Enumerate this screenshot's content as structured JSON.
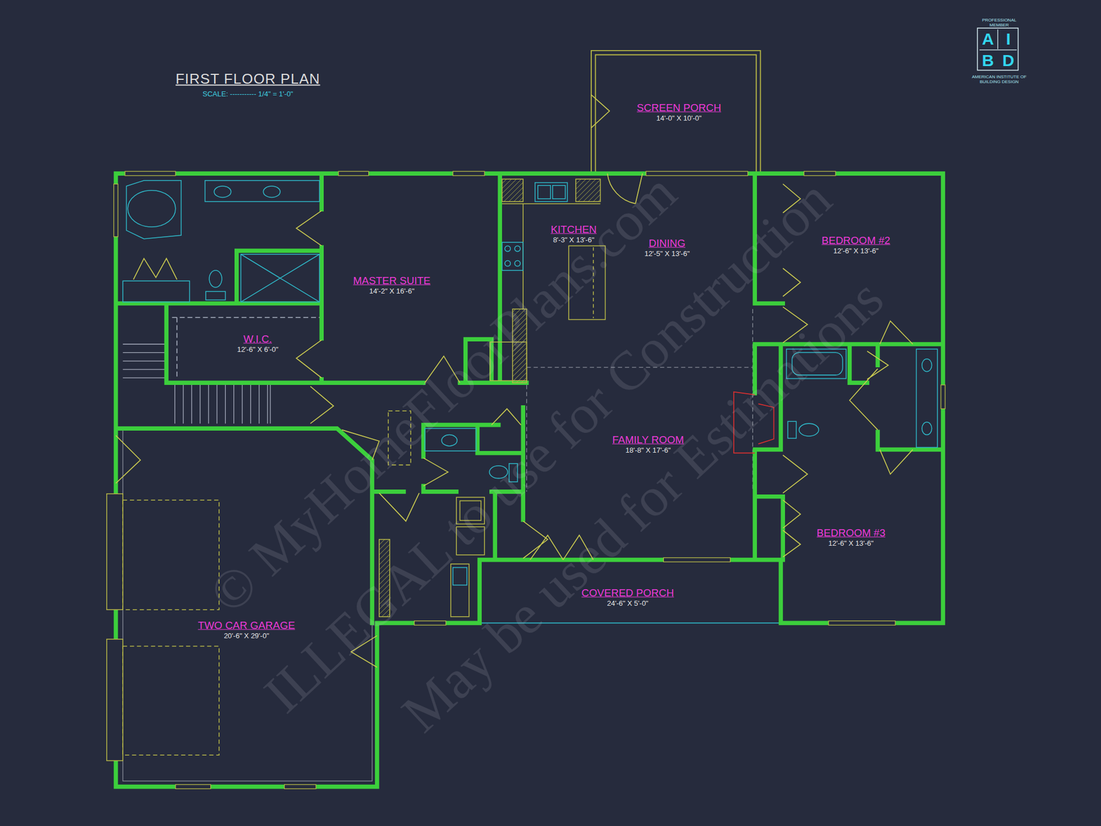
{
  "diagram": {
    "title": "FIRST FLOOR PLAN",
    "nodes": [
      {
        "text": [
          "SCREEN PORCH",
          "14'-0\" X 10'-0\""
        ]
      },
      {
        "text": [
          "MASTER SUITE",
          "14'-2\" X 16'-6\""
        ]
      },
      {
        "text": [
          "KITCHEN",
          "8'-3\" X 13'-6\""
        ]
      },
      {
        "text": [
          "DINING",
          "12'-5\" X 13'-6\""
        ]
      },
      {
        "text": [
          "BEDROOM #2",
          "12'-6\" X 13'-6\""
        ]
      },
      {
        "text": [
          "W.I.C.",
          "12'-6\" X 6'-0\""
        ]
      },
      {
        "text": [
          "FAMILY ROOM",
          "18'-8\" X 17'-6\""
        ]
      },
      {
        "text": [
          "BEDROOM #3",
          "12'-6\" X 13'-6\""
        ]
      },
      {
        "text": [
          "COVERED PORCH",
          "24'-6\" X 5'-0\""
        ]
      },
      {
        "text": [
          "TWO CAR GARAGE",
          "20'-6\" X 29'-0\""
        ]
      }
    ],
    "labels": [
      "SCALE: ----------- 1/4\" = 1'-0\"",
      "PROFESSIONAL MEMBER",
      "A",
      "I",
      "B",
      "D",
      "AMERICAN INSTITUTE OF BUILDING DESIGN",
      "© MyHomeFloorPlans.com",
      "ILLEGAL to use for Construction",
      "May be used for Estimations"
    ]
  }
}
